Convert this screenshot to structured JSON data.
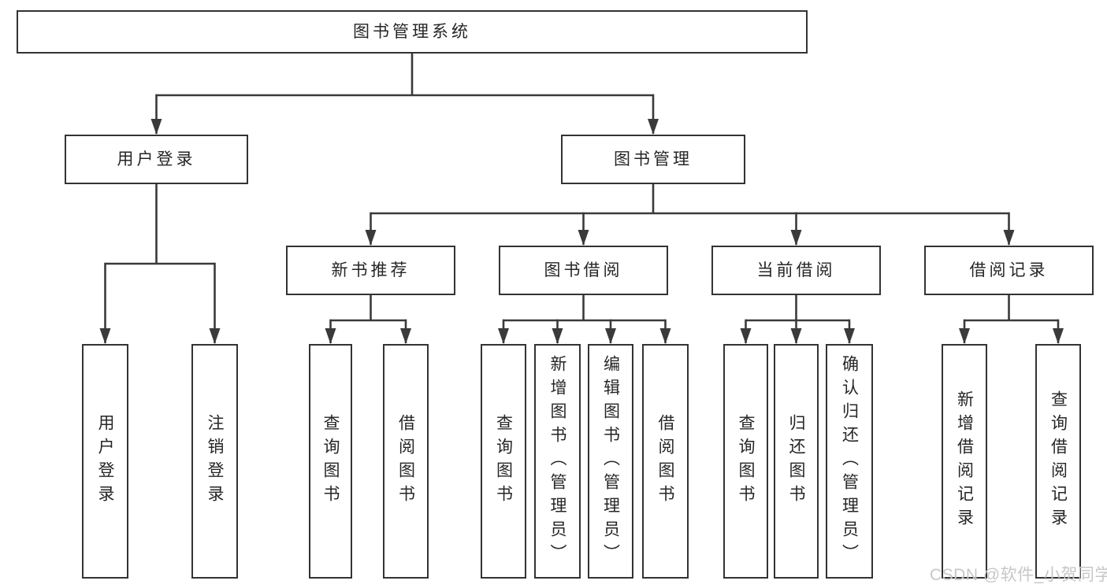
{
  "diagram": {
    "root": {
      "label": "图书管理系统",
      "children": [
        {
          "label": "用户登录",
          "children": [
            {
              "label": "用户登录"
            },
            {
              "label": "注销登录"
            }
          ]
        },
        {
          "label": "图书管理",
          "children": [
            {
              "label": "新书推荐",
              "children": [
                {
                  "label": "查询图书"
                },
                {
                  "label": "借阅图书"
                }
              ]
            },
            {
              "label": "图书借阅",
              "children": [
                {
                  "label": "查询图书"
                },
                {
                  "label": "新增图书（管理员）"
                },
                {
                  "label": "编辑图书（管理员）"
                },
                {
                  "label": "借阅图书"
                }
              ]
            },
            {
              "label": "当前借阅",
              "children": [
                {
                  "label": "查询图书"
                },
                {
                  "label": "归还图书"
                },
                {
                  "label": "确认归还（管理员）"
                }
              ]
            },
            {
              "label": "借阅记录",
              "children": [
                {
                  "label": "新增借阅记录"
                },
                {
                  "label": "查询借阅记录"
                }
              ]
            }
          ]
        }
      ]
    }
  },
  "watermark": {
    "text": "CSDN @软件_小贺同学"
  },
  "colors": {
    "line": "#3a3a3a",
    "box_border": "#333333",
    "text": "#262626",
    "background": "#ffffff",
    "watermark": "#c7c7c7"
  }
}
